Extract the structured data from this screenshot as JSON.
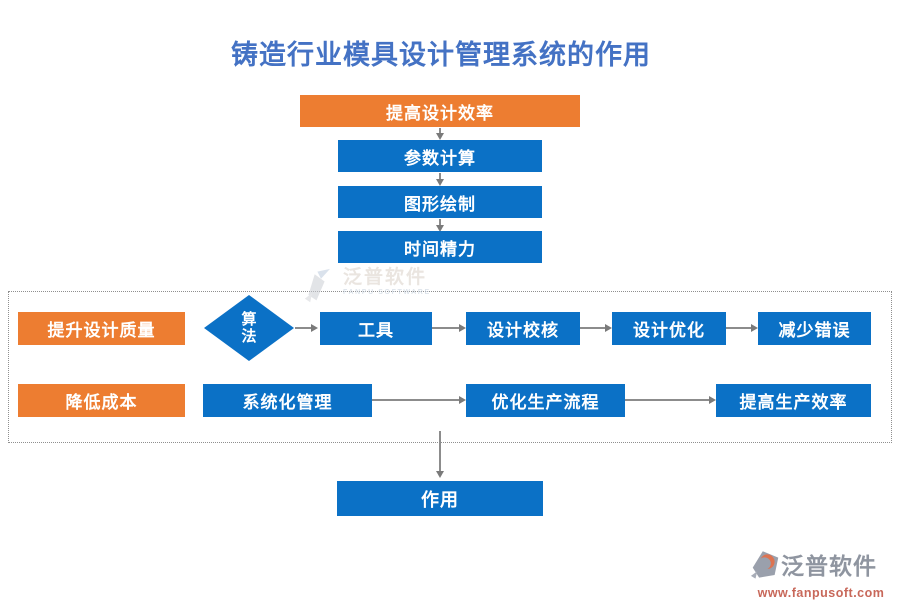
{
  "title": "铸造行业模具设计管理系统的作用",
  "top_flow": {
    "header": "提高设计效率",
    "steps": [
      "参数计算",
      "图形绘制",
      "时间精力"
    ]
  },
  "panel": {
    "row1": {
      "source": "提升设计质量",
      "decision": "算法",
      "steps": [
        "工具",
        "设计校核",
        "设计优化",
        "减少错误"
      ]
    },
    "row2": {
      "source": "降低成本",
      "steps": [
        "系统化管理",
        "优化生产流程",
        "提高生产效率"
      ]
    }
  },
  "result_label": "作用",
  "watermarks": {
    "center": {
      "brand": "泛普软件",
      "subtitle": "FANPU SOFTWARE"
    },
    "footer": {
      "brand": "泛普软件",
      "url": "www.fanpusoft.com"
    }
  },
  "colors": {
    "orange": "#ED7D31",
    "blue": "#0B71C6",
    "title_blue": "#4472C4",
    "arrow_gray": "#8C8C8C"
  }
}
